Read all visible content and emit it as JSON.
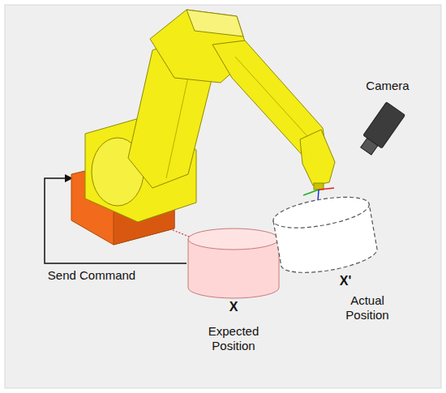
{
  "diagram": {
    "nodes": [
      {
        "text": [
          "X",
          "Expected Position"
        ]
      },
      {
        "text": [
          "X'",
          "Actual Position"
        ]
      }
    ],
    "labels": [
      "Camera",
      "Send Command"
    ]
  }
}
